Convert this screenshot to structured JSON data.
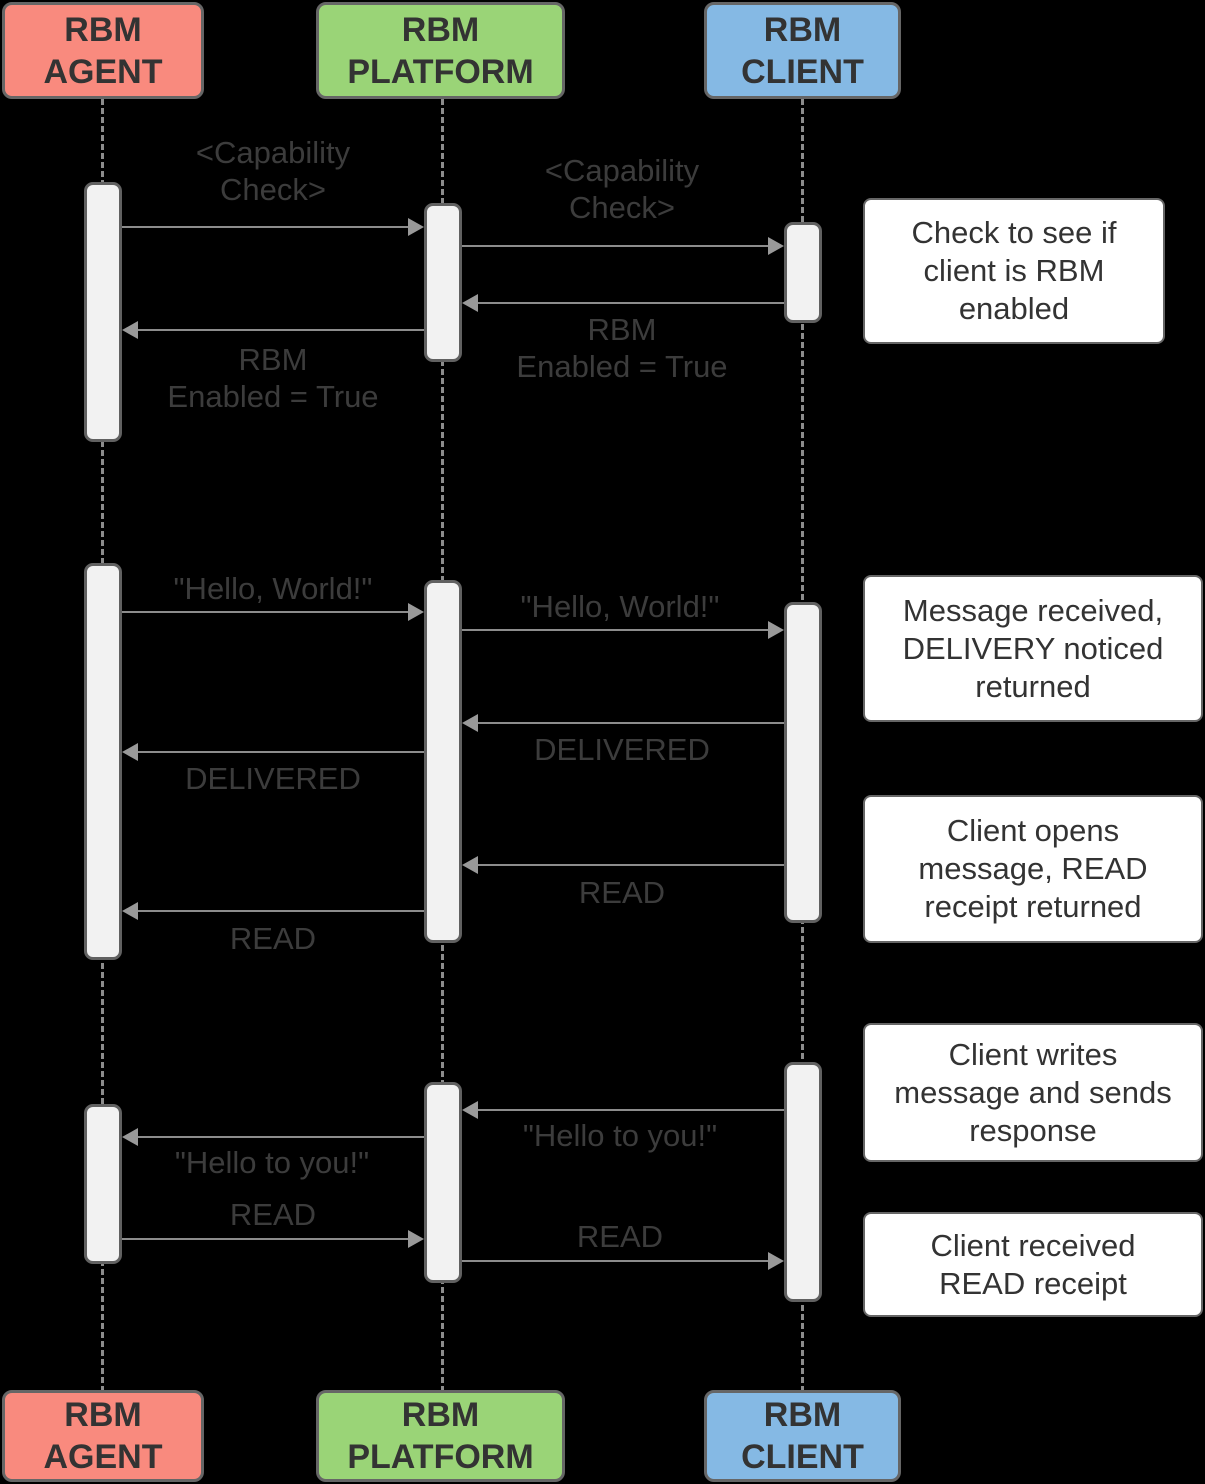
{
  "colors": {
    "background": "#000000",
    "agent_fill": "#F98A7E",
    "platform_fill": "#9AD477",
    "client_fill": "#85B9E4",
    "box_border": "#666666",
    "activation_fill": "#F2F2F2",
    "line_gray": "#8C8C8C",
    "arrowhead_gray": "#999999",
    "label_gray": "#3C3C3C",
    "text_dark": "#333333",
    "note_fill": "#FFFFFF"
  },
  "actors": [
    {
      "id": "agent",
      "label": "RBM\nAGENT"
    },
    {
      "id": "platform",
      "label": "RBM\nPLATFORM"
    },
    {
      "id": "client",
      "label": "RBM\nCLIENT"
    }
  ],
  "messages": [
    {
      "from": "agent",
      "to": "platform",
      "label": "<Capability\nCheck>"
    },
    {
      "from": "platform",
      "to": "client",
      "label": "<Capability\nCheck>"
    },
    {
      "from": "client",
      "to": "platform",
      "label": "RBM\nEnabled = True"
    },
    {
      "from": "platform",
      "to": "agent",
      "label": "RBM\nEnabled = True"
    },
    {
      "from": "agent",
      "to": "platform",
      "label": "\"Hello, World!\""
    },
    {
      "from": "platform",
      "to": "client",
      "label": "\"Hello, World!\""
    },
    {
      "from": "client",
      "to": "platform",
      "label": "DELIVERED"
    },
    {
      "from": "platform",
      "to": "agent",
      "label": "DELIVERED"
    },
    {
      "from": "client",
      "to": "platform",
      "label": "READ"
    },
    {
      "from": "platform",
      "to": "agent",
      "label": "READ"
    },
    {
      "from": "client",
      "to": "platform",
      "label": "\"Hello to you!\""
    },
    {
      "from": "platform",
      "to": "agent",
      "label": "\"Hello to you!\""
    },
    {
      "from": "agent",
      "to": "platform",
      "label": "READ"
    },
    {
      "from": "platform",
      "to": "client",
      "label": "READ"
    }
  ],
  "notes": [
    {
      "text": "Check to see if\nclient is RBM\nenabled"
    },
    {
      "text": "Message received,\nDELIVERY noticed\nreturned"
    },
    {
      "text": "Client opens\nmessage, READ\nreceipt returned"
    },
    {
      "text": "Client writes\nmessage and sends\nresponse"
    },
    {
      "text": "Client received\nREAD receipt"
    }
  ]
}
